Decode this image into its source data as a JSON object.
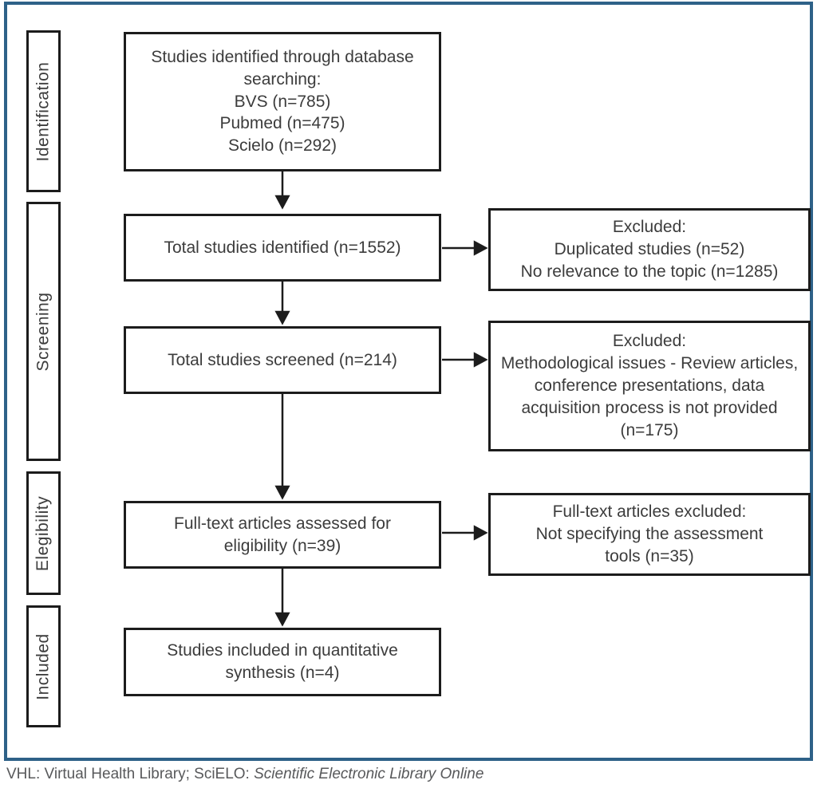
{
  "diagram": {
    "stages": [
      {
        "label": "Identification"
      },
      {
        "label": "Screening"
      },
      {
        "label": "Elegibility"
      },
      {
        "label": "Included"
      }
    ],
    "boxes": {
      "identified_sources": "Studies identified through database\nsearching:\nBVS (n=785)\nPubmed (n=475)\nScielo (n=292)",
      "total_identified": "Total studies identified (n=1552)",
      "total_screened": "Total studies screened (n=214)",
      "fulltext_assessed": "Full-text articles assessed for\neligibility (n=39)",
      "included_synthesis": "Studies included in quantitative\nsynthesis (n=4)",
      "excluded_duplicates": "Excluded:\nDuplicated studies (n=52)\nNo relevance to the topic (n=1285)",
      "excluded_methodological": "Excluded:\nMethodological issues - Review articles,\nconference presentations, data\nacquisition process is not provided\n(n=175)",
      "excluded_fulltext": "Full-text articles excluded:\nNot specifying the assessment\ntools (n=35)"
    },
    "caption": {
      "normal": "VHL: Virtual Health Library; SciELO: ",
      "italic": "Scientific Electronic Library Online"
    },
    "colors": {
      "frame_border": "#2e6188",
      "box_border": "#1c1c1c",
      "text": "#3c3c3c"
    }
  }
}
